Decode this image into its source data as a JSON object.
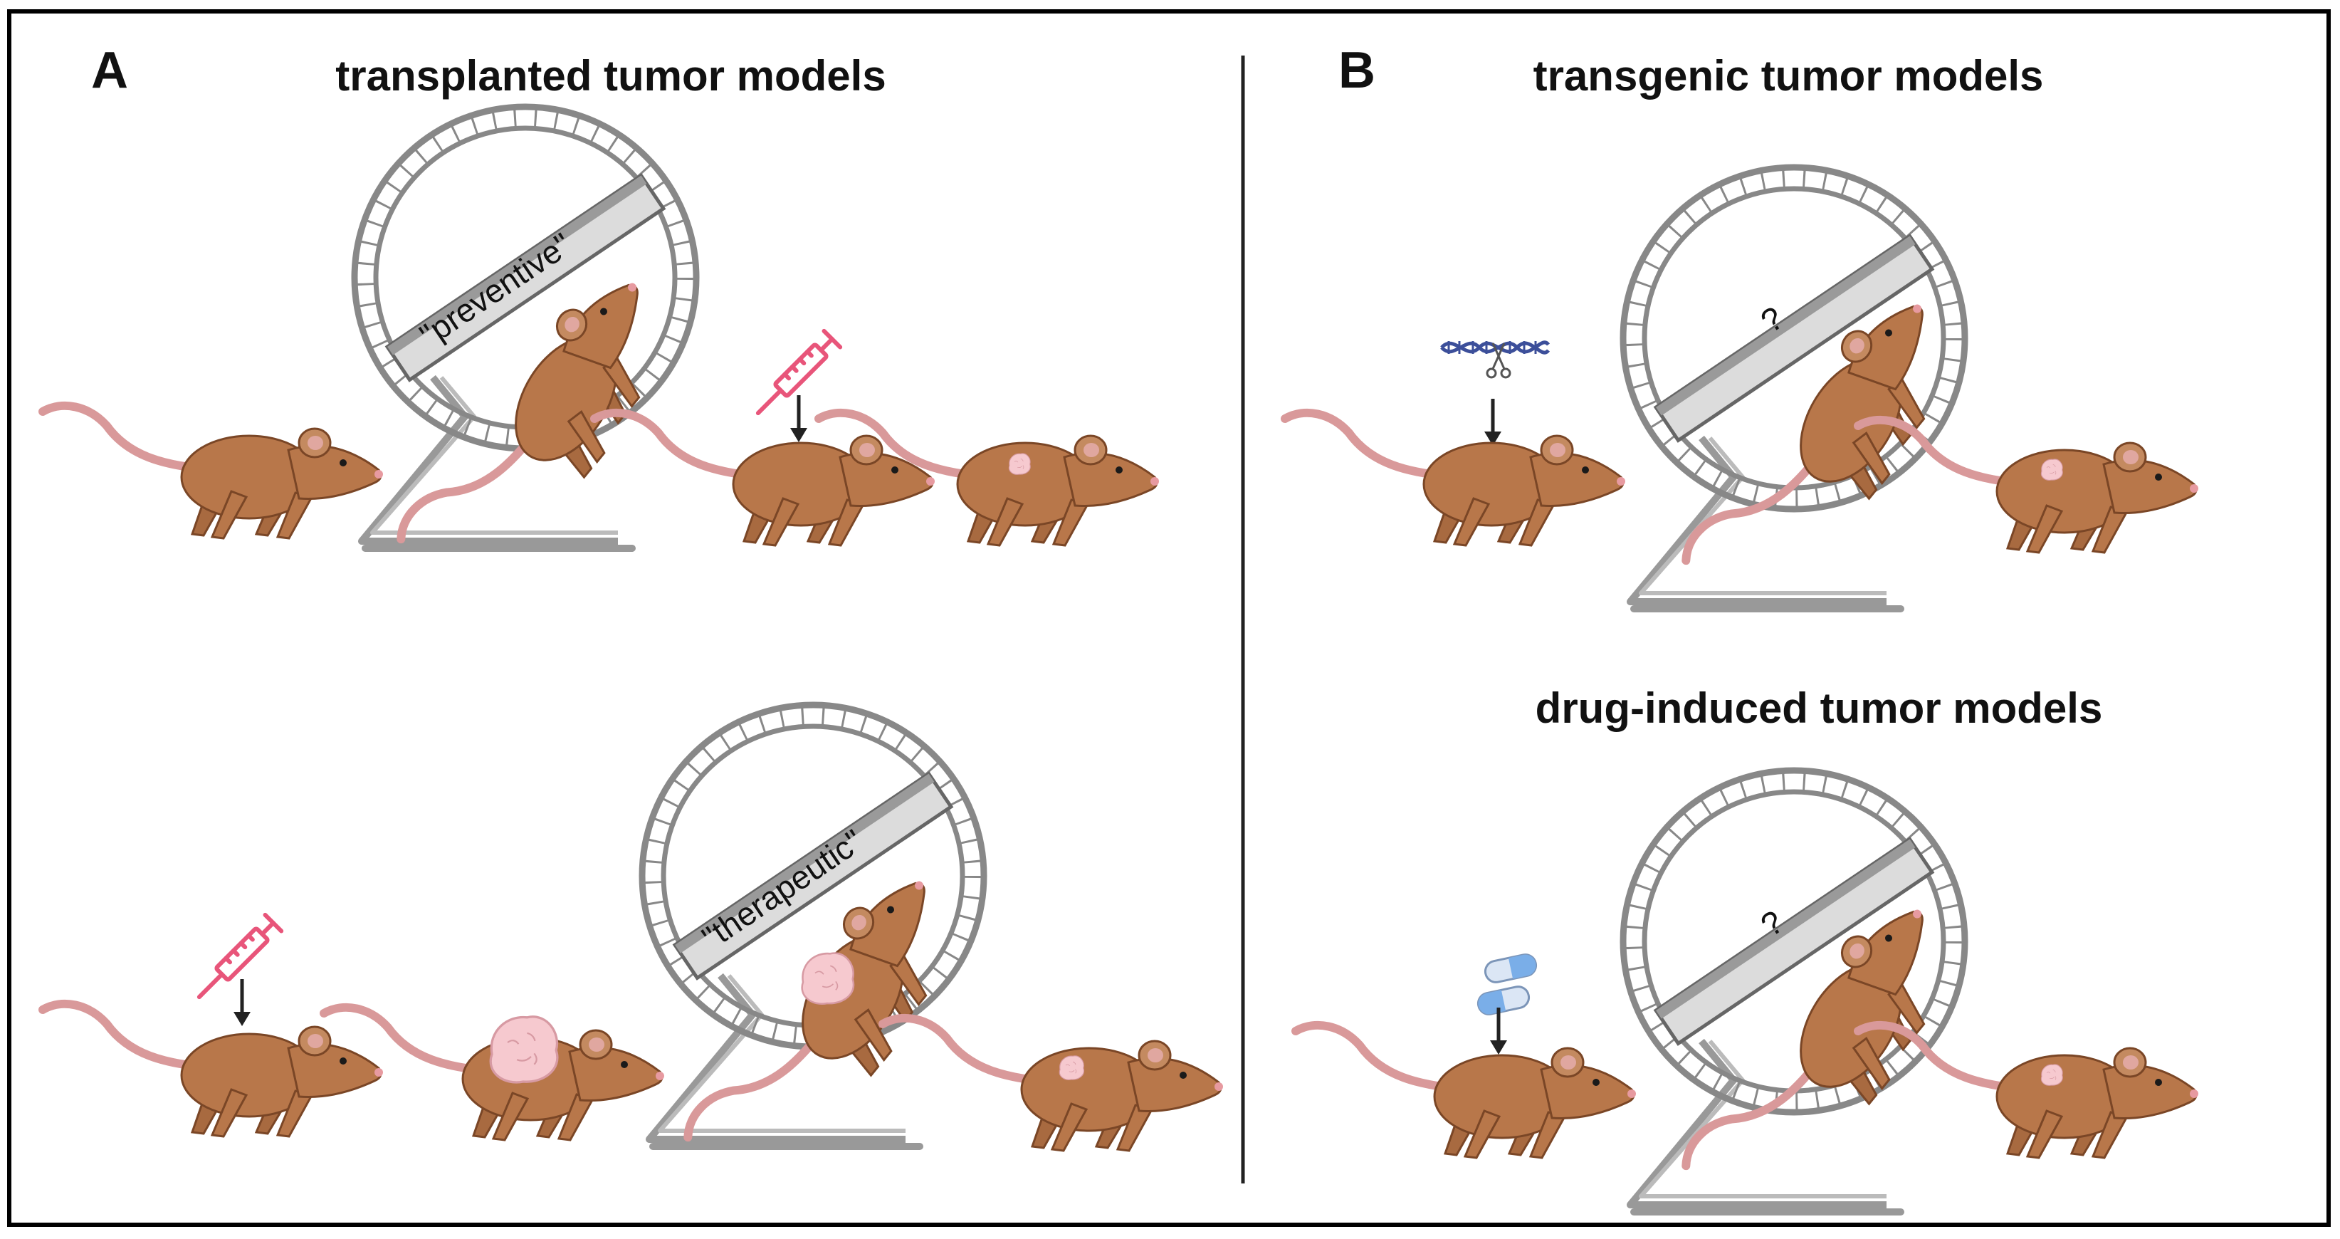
{
  "panel_a": {
    "letter": "A",
    "title": "transplanted tumor models",
    "wheel_label_top": "\"preventive\"",
    "wheel_label_bottom": "\"therapeutic\""
  },
  "panel_b": {
    "letter": "B",
    "title_top": "transgenic tumor models",
    "title_bottom": "drug-induced tumor models",
    "wheel_label_top": "?",
    "wheel_label_bottom": "?"
  },
  "icons": [
    "mouse-icon",
    "running-wheel-icon",
    "syringe-icon",
    "dna-scissors-icon",
    "pills-icon",
    "tumor-icon",
    "arrow-down-icon"
  ],
  "colors": {
    "mouse_body": "#b8774a",
    "mouse_outline": "#7a4626",
    "mouse_tail": "#d9999a",
    "tumor": "#f6c9cf",
    "syringe": "#e8557a",
    "dna": "#3c4f9a",
    "pill_blue": "#7aaee8",
    "wheel": "#888888",
    "wheel_bar": "#a9a9a9",
    "frame": "#000000"
  }
}
